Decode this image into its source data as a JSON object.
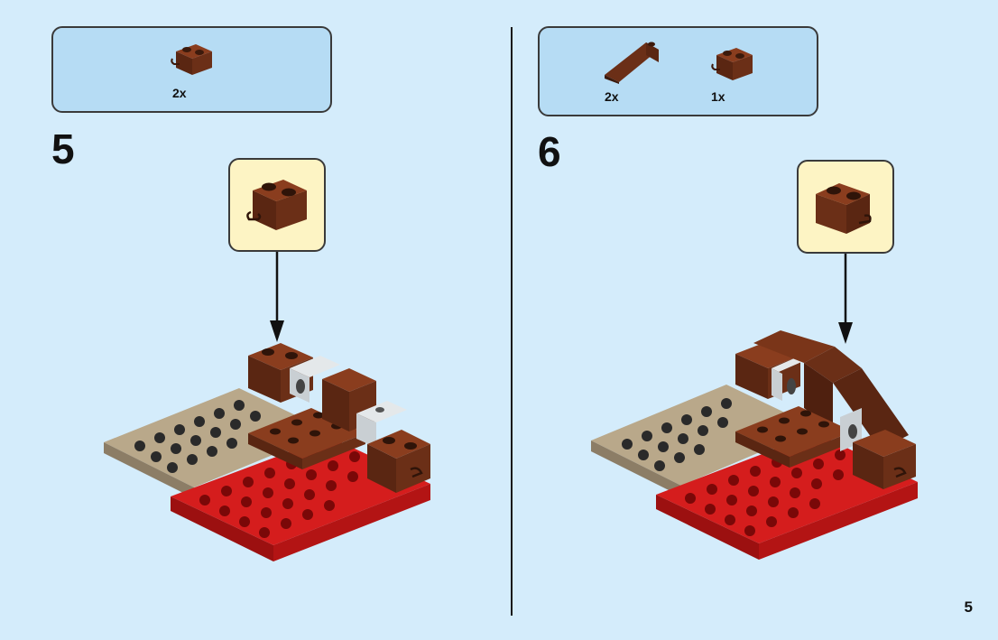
{
  "steps": [
    {
      "number": "5",
      "parts": [
        {
          "qty": "2x",
          "icon": "brown-brick-with-clip-icon"
        }
      ],
      "callout_icon": "brown-brick-with-clip-icon"
    },
    {
      "number": "6",
      "parts": [
        {
          "qty": "2x",
          "icon": "brown-slope-wedge-icon"
        },
        {
          "qty": "1x",
          "icon": "brown-brick-with-clip-icon"
        }
      ],
      "callout_icon": "brown-brick-with-clip-icon"
    }
  ],
  "page_number": "5",
  "colors": {
    "background": "#d4ecfb",
    "parts_box": "#b6dcf4",
    "callout_box": "#fdf4c4",
    "brown": "#6b2f17",
    "tan": "#b9a88a",
    "red": "#d51d1d",
    "gray": "#c9cfd3"
  }
}
